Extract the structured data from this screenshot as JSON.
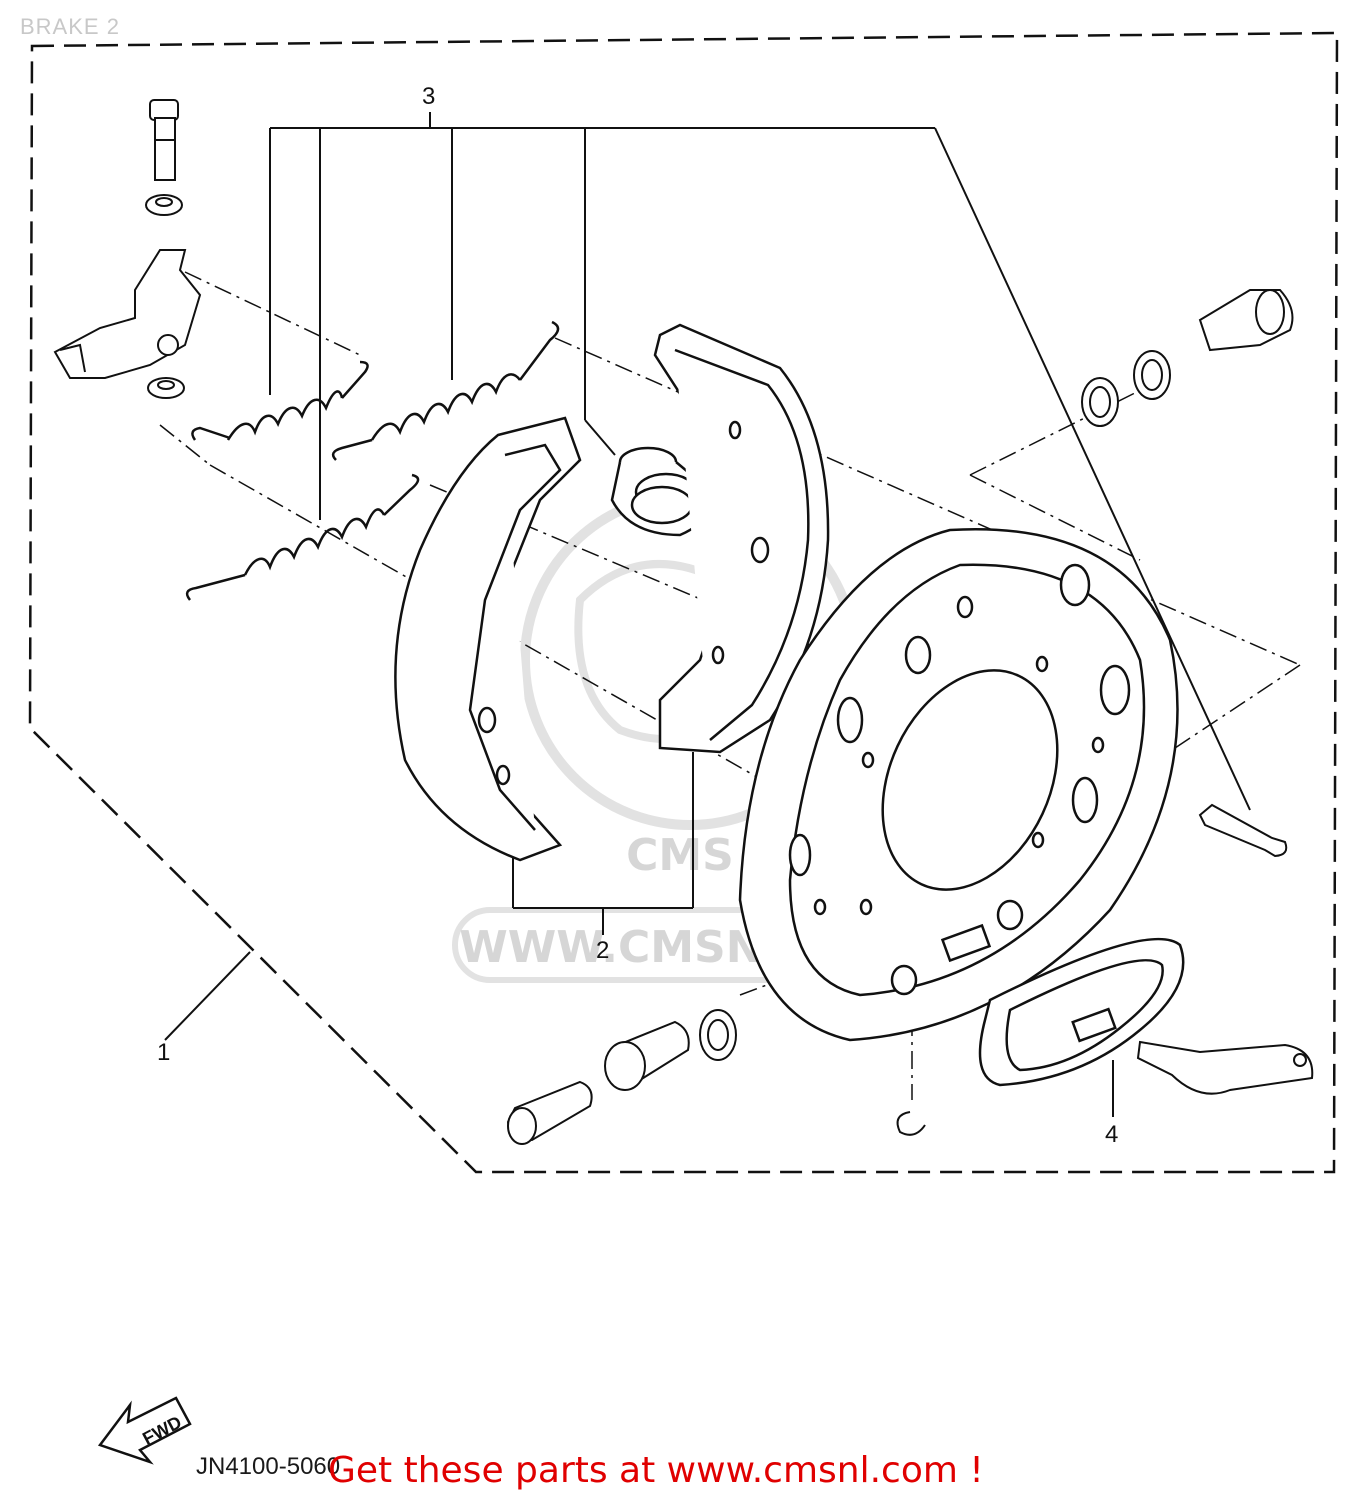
{
  "header": {
    "title": "BRAKE 2"
  },
  "callouts": [
    "1",
    "2",
    "3",
    "4"
  ],
  "footer": {
    "code": "JN4100-5060",
    "promo": "Get these parts at www.cmsnl.com !",
    "fwd": "FWD"
  },
  "watermark": {
    "text": "WWW.CMSNL.COM",
    "logo": "CMS"
  },
  "colors": {
    "line": "#111111",
    "watermark": "#d6d6d6",
    "promo": "#e00000"
  }
}
